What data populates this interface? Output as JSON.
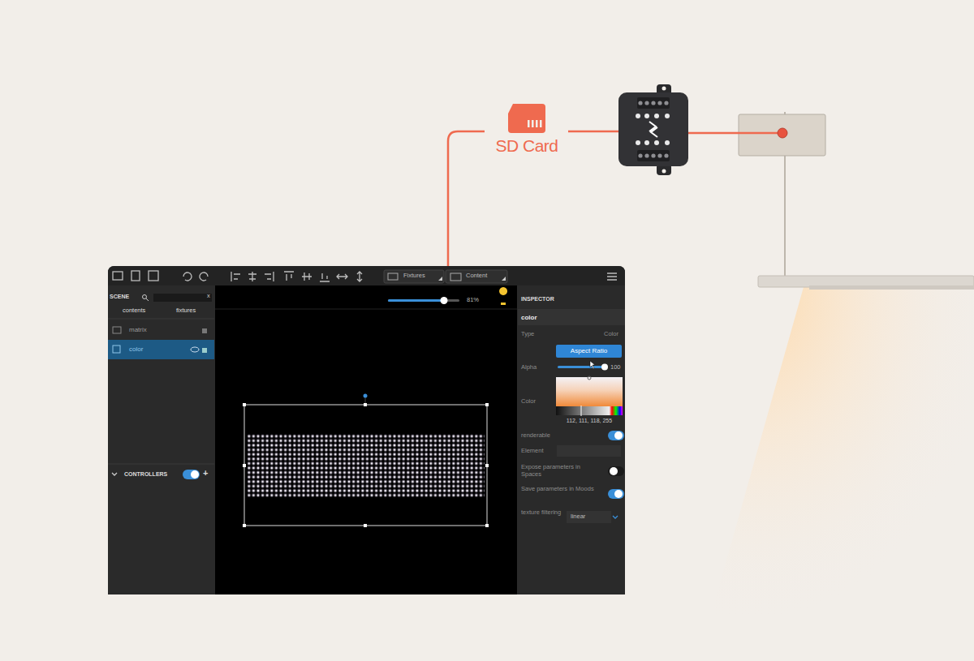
{
  "diagram": {
    "nodes": [
      {
        "text": [
          "SD Card"
        ]
      }
    ],
    "labels": [
      "SCENE",
      "x",
      "contents",
      "fixtures",
      "matrix",
      "color",
      "CONTROLLERS",
      "+",
      "Fixtures",
      "Content",
      "81%",
      "INSPECTOR",
      "color",
      "Type",
      "Color",
      "Aspect Ratio",
      "Alpha",
      "100",
      "Color",
      "112, 111, 118, 255",
      "renderable",
      "Element",
      "Expose parameters in Spaces",
      "Save parameters in Moods",
      "texture filtering",
      "linear"
    ]
  }
}
